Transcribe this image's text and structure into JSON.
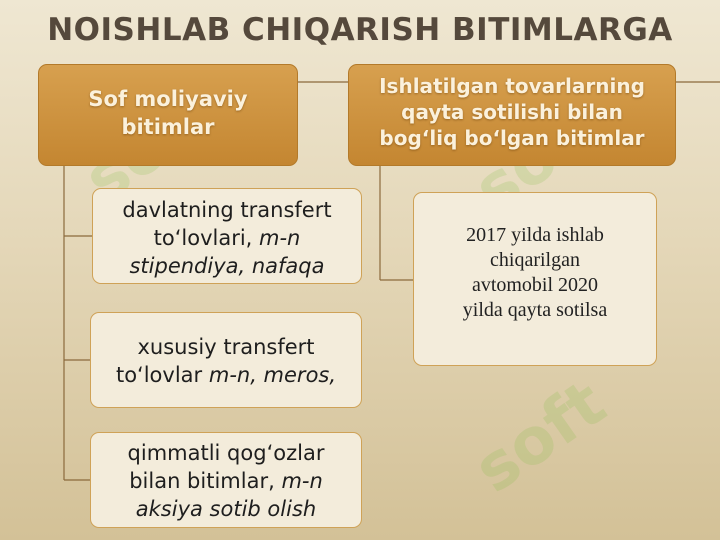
{
  "title": "NOISHLAB CHIQARISH BITIMLARGA",
  "left_header": {
    "line1": "Sof moliyaviy",
    "line2": "bitimlar"
  },
  "right_header": {
    "line1": "Ishlatilgan tovarlarning",
    "line2": "qayta sotilishi bilan",
    "line3": "bog‘liq bo‘lgan bitimlar"
  },
  "left_items": [
    {
      "normal1": "davlatning transfert",
      "normal2": "to‘lovlari, ",
      "em1": "m-n",
      "em2": "stipendiya, nafaqa"
    },
    {
      "normal1": "xususiy transfert",
      "normal2": "to‘lovlar ",
      "em1": "m-n, meros,"
    },
    {
      "normal1": "qimmatli qog‘ozlar",
      "normal2": "bilan bitimlar, ",
      "em1": "m-n",
      "em2": "aksiya sotib olish"
    }
  ],
  "right_item": {
    "line1": "2017 yilda ishlab",
    "line2": "chiqarilgan",
    "line3": "avtomobil 2020",
    "line4": "yilda qayta sotilsa"
  },
  "watermark": "soft",
  "colors": {
    "header": "#c8892f",
    "box_border": "#cfa257",
    "box_fill": "#f3ecdb",
    "title": "#55493c"
  }
}
